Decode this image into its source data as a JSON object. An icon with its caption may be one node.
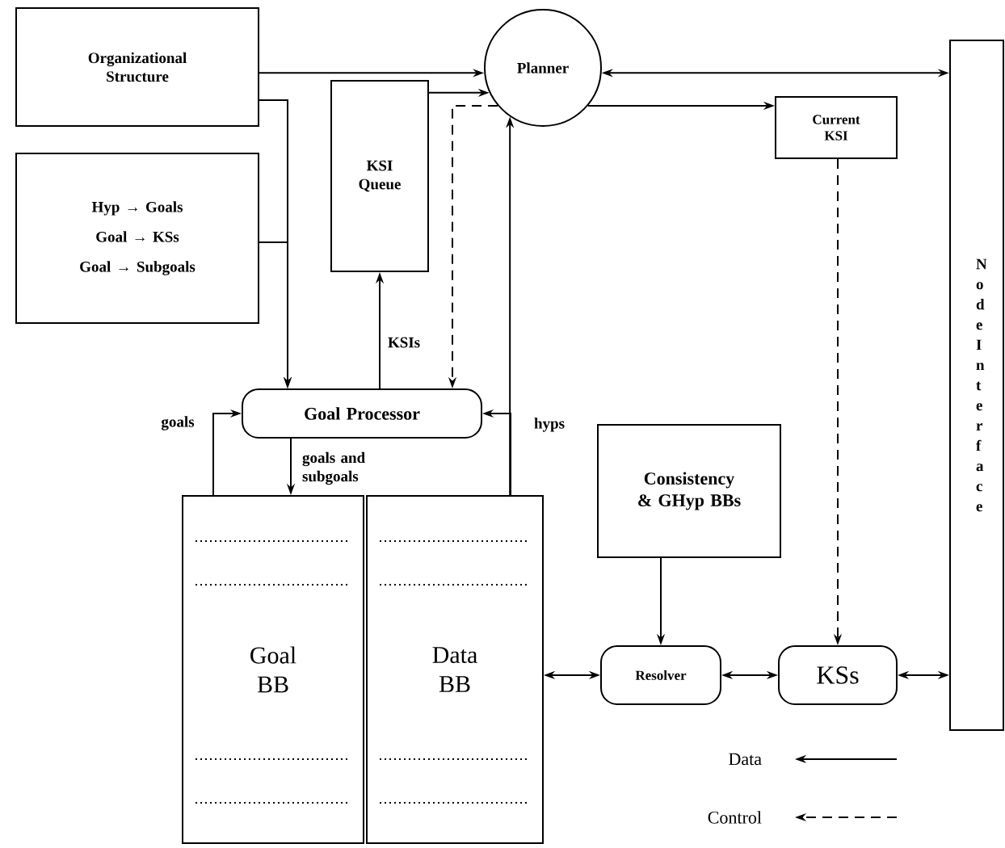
{
  "diagram": {
    "nodes": [
      {
        "text": [
          "Organizational Structure"
        ]
      },
      {
        "text": [
          "Hyp → Goals",
          "Goal → KSs",
          "Goal → Subgoals"
        ]
      },
      {
        "text": [
          "KSI Queue"
        ]
      },
      {
        "text": [
          "Planner"
        ]
      },
      {
        "text": [
          "Current KSI"
        ]
      },
      {
        "text": [
          "Node Interface"
        ]
      },
      {
        "text": [
          "Goal Processor"
        ]
      },
      {
        "text": [
          "Goal BB"
        ]
      },
      {
        "text": [
          "Data BB"
        ]
      },
      {
        "text": [
          "Consistency & GHyp BBs"
        ]
      },
      {
        "text": [
          "Resolver"
        ]
      },
      {
        "text": [
          "KSs"
        ]
      }
    ],
    "edges": [
      {
        "from": 0,
        "to": 3,
        "arrow": "to"
      },
      {
        "from": 0,
        "to": 6,
        "arrow": "to"
      },
      {
        "from": 1,
        "to": 6,
        "arrow": "to"
      },
      {
        "from": 2,
        "to": 3,
        "arrow": "to"
      },
      {
        "from": 6,
        "to": 2,
        "arrow": "to",
        "label": "KSIs"
      },
      {
        "from": 3,
        "to": 6,
        "arrow": "to",
        "style": "dashed"
      },
      {
        "from": 3,
        "to": 5,
        "arrow": "both"
      },
      {
        "from": 3,
        "to": 4,
        "arrow": "to"
      },
      {
        "from": 4,
        "to": 11,
        "arrow": "to",
        "style": "dashed"
      },
      {
        "from": 6,
        "to": 7,
        "arrow": "to",
        "label": "goals and subgoals"
      },
      {
        "from": 7,
        "to": 6,
        "arrow": "to",
        "label": "goals"
      },
      {
        "from": 8,
        "to": 6,
        "arrow": "to"
      },
      {
        "from": 8,
        "to": 3,
        "arrow": "to",
        "label": "hyps"
      },
      {
        "from": 9,
        "to": 10,
        "arrow": "to"
      },
      {
        "from": 8,
        "to": 10,
        "arrow": "both"
      },
      {
        "from": 10,
        "to": 11,
        "arrow": "both"
      },
      {
        "from": 11,
        "to": 5,
        "arrow": "both"
      }
    ],
    "legend": [
      {
        "text": "Data"
      },
      {
        "text": "Control"
      }
    ]
  }
}
